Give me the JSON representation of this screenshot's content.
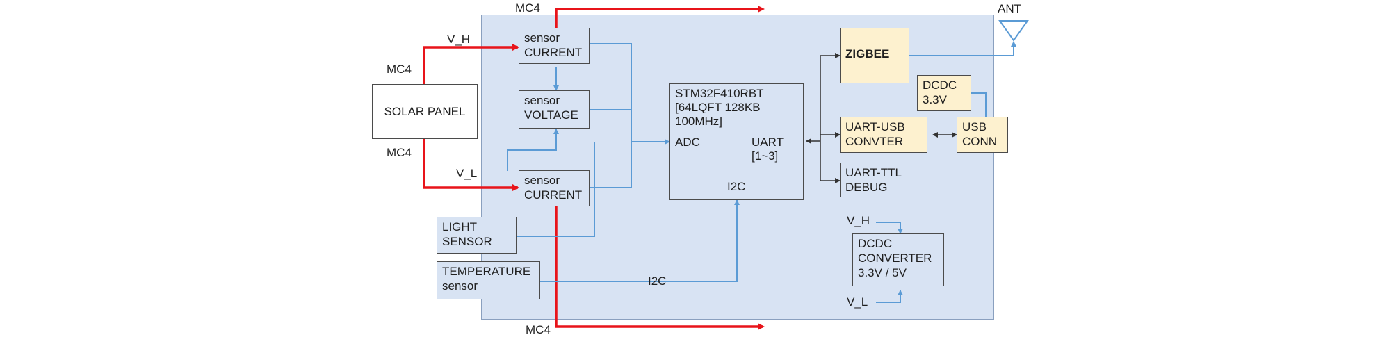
{
  "diagram": {
    "solar_panel": "SOLAR PANEL",
    "sensor_current_top": "sensor\nCURRENT",
    "sensor_voltage": "sensor\nVOLTAGE",
    "sensor_current_bottom": "sensor\nCURRENT",
    "light_sensor": "LIGHT\nSENSOR",
    "temperature_sensor": "TEMPERATURE\nsensor",
    "mcu_name": "STM32F410RBT\n[64LQFT 128KB\n100MHz]",
    "mcu_adc": "ADC",
    "mcu_uart": "UART\n[1~3]",
    "mcu_i2c": "I2C",
    "zigbee": "ZIGBEE",
    "dcdc_small": "DCDC\n3.3V",
    "uart_usb": "UART-USB\nCONVTER",
    "usb_conn": "USB\nCONN",
    "uart_ttl": "UART-TTL\nDEBUG",
    "dcdc_converter": "DCDC\nCONVERTER\n3.3V / 5V",
    "labels": {
      "mc4_top": "MC4",
      "mc4_left_top": "MC4",
      "mc4_left_bottom": "MC4",
      "mc4_bottom": "MC4",
      "v_h": "V_H",
      "v_l": "V_L",
      "v_h_right": "V_H",
      "v_l_right": "V_L",
      "i2c_bus": "I2C",
      "ant": "ANT"
    },
    "colors": {
      "board": "#d8e3f3",
      "power_line": "#e8141a",
      "signal_line": "#5b9bd5",
      "highlight_box": "#fdf1cf"
    }
  }
}
